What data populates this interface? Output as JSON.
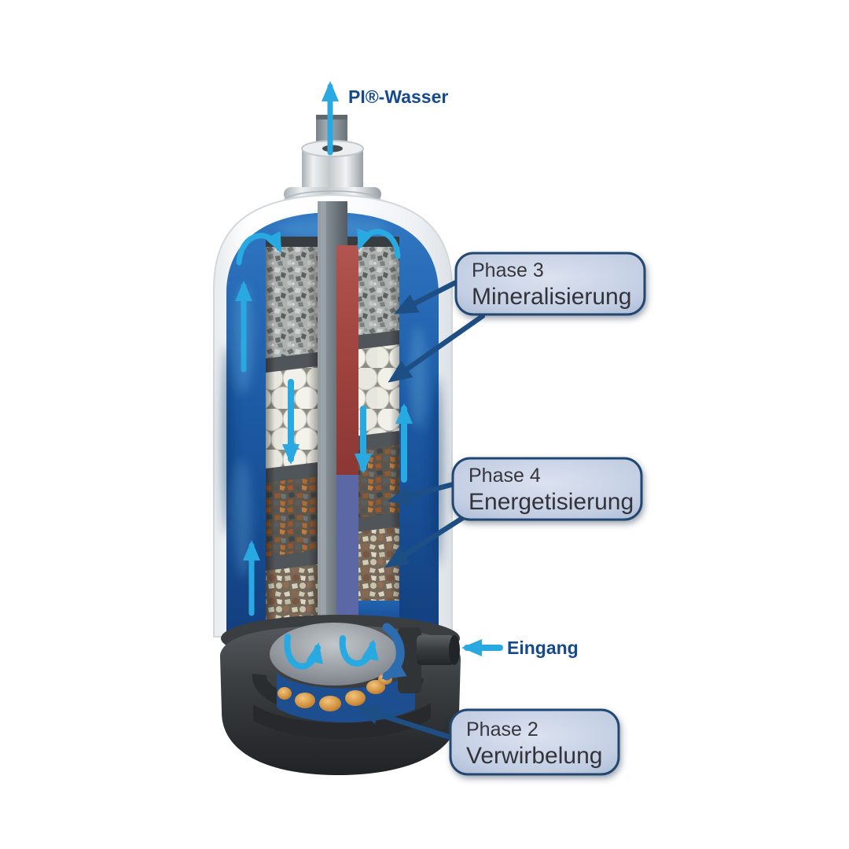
{
  "labels": {
    "outlet": "PI®-Wasser",
    "inlet": "Eingang"
  },
  "callouts": {
    "phase3": {
      "phase": "Phase 3",
      "name": "Mineralisierung"
    },
    "phase4": {
      "phase": "Phase 4",
      "name": "Energetisierung"
    },
    "phase2": {
      "phase": "Phase 2",
      "name": "Verwirbelung"
    }
  },
  "colors": {
    "flow_arrow_cyan": "#29a9e1",
    "io_label_text": "#164a8e",
    "callout_border": "#24476f",
    "callout_fill": "#c3cee3",
    "callout_pointer": "#1d4f85",
    "water_blue": "#1d5ba6",
    "red_strip": "#9c403c",
    "base_housing": "#3c4043",
    "ceramic_ball_orange": "#d2913e"
  }
}
